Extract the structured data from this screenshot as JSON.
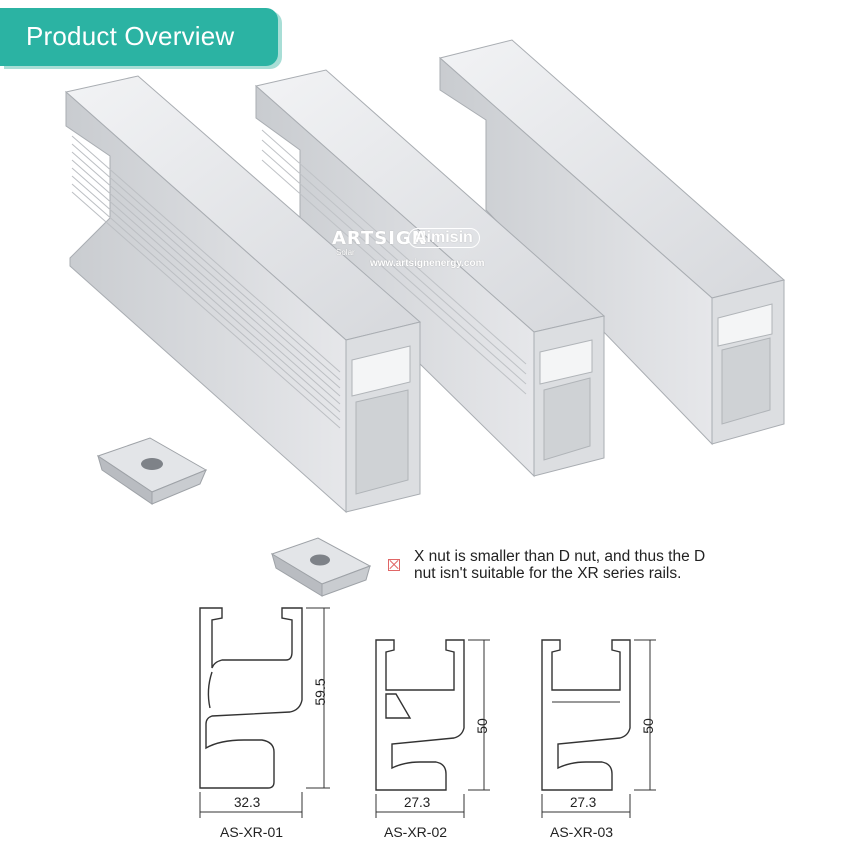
{
  "banner": {
    "title": "Product Overview"
  },
  "watermark": {
    "brand1": "ARTSIGN",
    "brand1_sub": "Solar",
    "brand2": "Aimisin",
    "url": "www.artsignenergy.com"
  },
  "note": {
    "text_line1": "X nut is smaller than D nut, and thus the D",
    "text_line2": "nut isn't suitable for the XR series rails."
  },
  "profiles": [
    {
      "model": "AS-XR-01",
      "width": "32.3",
      "height": "59.5"
    },
    {
      "model": "AS-XR-02",
      "width": "27.3",
      "height": "50"
    },
    {
      "model": "AS-XR-03",
      "width": "27.3",
      "height": "50"
    }
  ],
  "colors": {
    "banner": "#2bb3a3",
    "rail": "#dfe1e4",
    "rail_shade": "#b9bcc1",
    "rail_dark": "#9ea2a7"
  }
}
